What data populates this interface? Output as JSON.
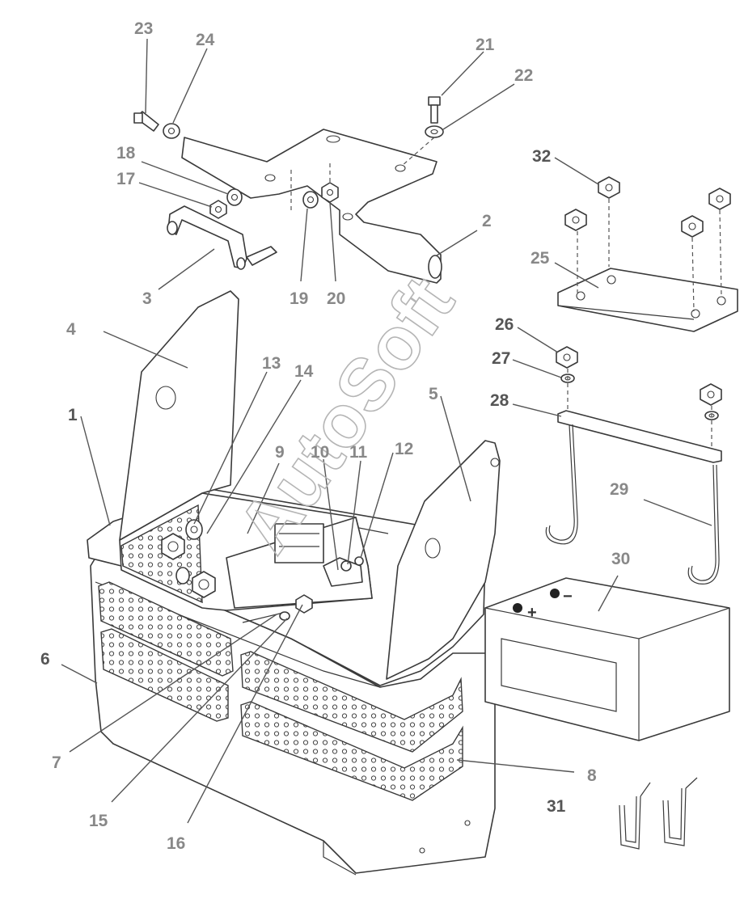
{
  "watermark": "AutoSoft",
  "battery": {
    "neg_symbol": "−",
    "pos_symbol": "+"
  },
  "callouts": {
    "c1": "1",
    "c2": "2",
    "c3": "3",
    "c4": "4",
    "c5": "5",
    "c6": "6",
    "c7": "7",
    "c8": "8",
    "c9": "9",
    "c10": "10",
    "c11": "11",
    "c12": "12",
    "c13": "13",
    "c14": "14",
    "c15": "15",
    "c16": "16",
    "c17": "17",
    "c18": "18",
    "c19": "19",
    "c20": "20",
    "c21": "21",
    "c22": "22",
    "c23": "23",
    "c24": "24",
    "c25": "25",
    "c26": "26",
    "c27": "27",
    "c28": "28",
    "c29": "29",
    "c30": "30",
    "c31": "31",
    "c32": "32"
  }
}
